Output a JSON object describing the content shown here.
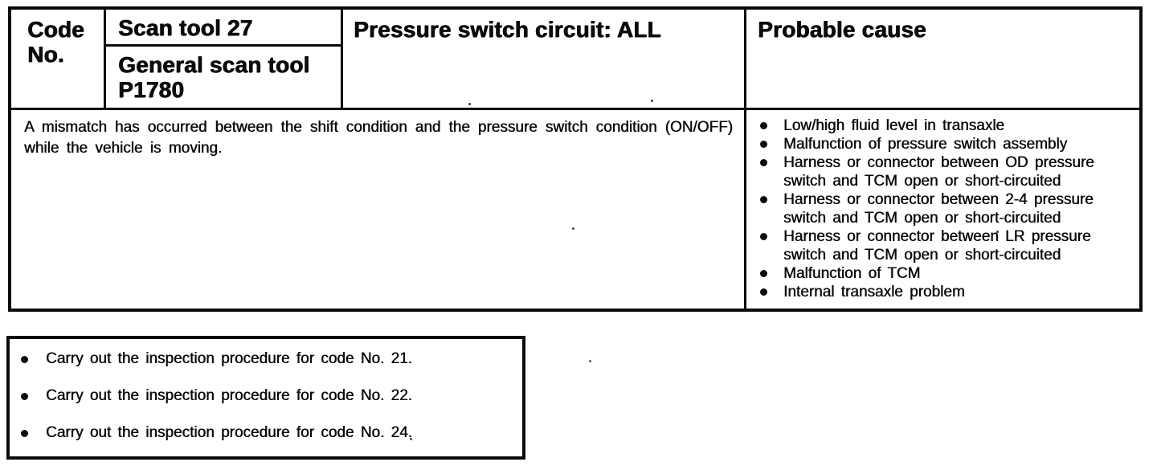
{
  "dtc_table": {
    "header": {
      "code_no": "Code No.",
      "scan_tool": "Scan tool 27",
      "general_scan_tool": "General scan tool P1780",
      "circuit": "Pressure switch circuit: ALL",
      "probable_cause": "Probable cause"
    },
    "description": "A mismatch has occurred between the shift condition and the pressure switch condition (ON/OFF) while the vehicle is moving.",
    "probable_causes": [
      "Low/high fluid level in transaxle",
      "Malfunction of pressure switch assembly",
      "Harness or connector between OD pressure switch and TCM open or short-circuited",
      "Harness or connector between 2-4 pressure switch and TCM open or short-circuited",
      "Harness or connector between LR pressure switch and TCM open or short-circuited",
      "Malfunction of TCM",
      "Internal transaxle problem"
    ]
  },
  "inspection_procedures": [
    "Carry out the inspection procedure for code No. 21.",
    "Carry out the inspection procedure for code No. 22.",
    "Carry out the inspection procedure for code No. 24."
  ]
}
